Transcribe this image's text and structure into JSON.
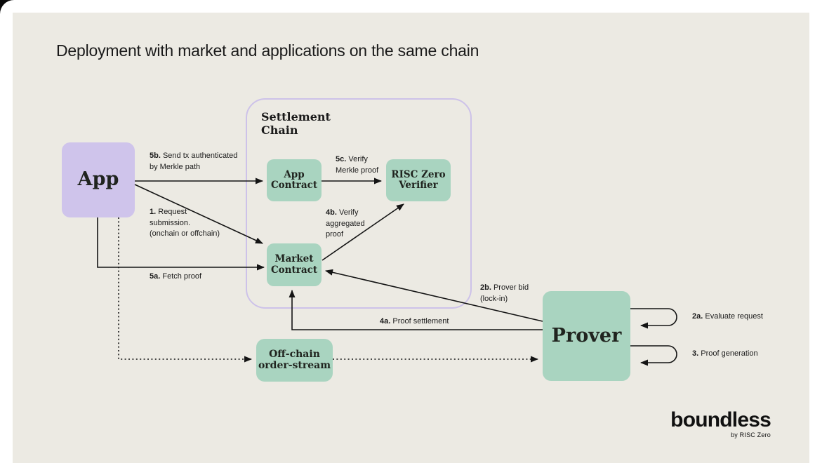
{
  "title": "Deployment with market and applications on the same chain",
  "nodes": {
    "app": "App",
    "settlement_chain": "Settlement\nChain",
    "app_contract": "App\nContract",
    "risc_zero_verifier": "RISC Zero\nVerifier",
    "market_contract": "Market\nContract",
    "offchain_order_stream": "Off-chain\norder-stream",
    "prover": "Prover"
  },
  "edge_labels": {
    "step1": {
      "num": "1.",
      "text": "Request\nsubmission.\n(onchain or offchain)"
    },
    "step2a": {
      "num": "2a.",
      "text": "Evaluate request"
    },
    "step2b": {
      "num": "2b.",
      "text": "Prover bid\n(lock-in)"
    },
    "step3": {
      "num": "3.",
      "text": "Proof generation"
    },
    "step4a": {
      "num": "4a.",
      "text": "Proof settlement"
    },
    "step4b": {
      "num": "4b.",
      "text": "Verify\naggregated\nproof"
    },
    "step5a": {
      "num": "5a.",
      "text": "Fetch proof"
    },
    "step5b": {
      "num": "5b.",
      "text": "Send tx authenticated\nby Merkle path"
    },
    "step5c": {
      "num": "5c.",
      "text": "Verify\nMerkle proof"
    }
  },
  "logo": {
    "wordmark": "boundless",
    "byline": "by RISC Zero"
  },
  "colors": {
    "page_bg": "#ffffff",
    "panel_bg": "#ECEAE3",
    "app_node_fill": "#CFC4EB",
    "chain_border": "#CDC2E9",
    "green_node_fill": "#A9D4C0",
    "line_ink": "#141414",
    "text_ink": "#1A1A1A"
  }
}
